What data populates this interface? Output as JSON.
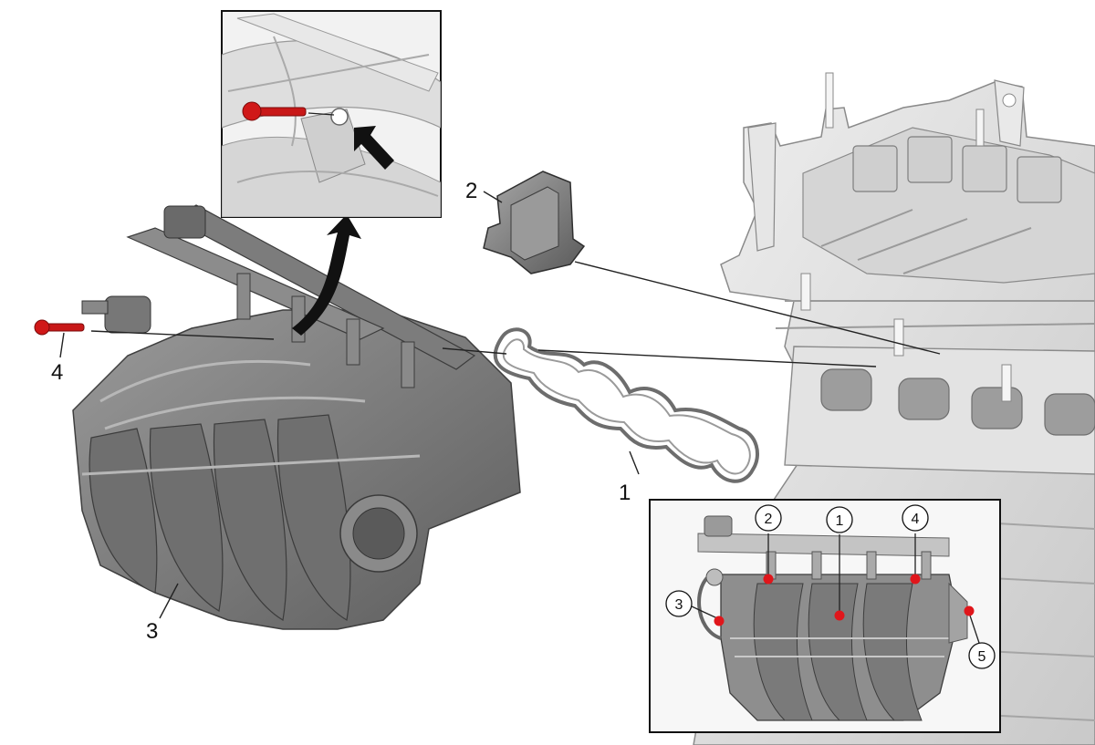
{
  "callouts": {
    "gasket": "1",
    "cover": "2",
    "manifold": "3",
    "bolt": "4"
  },
  "tightening_sequence": {
    "labels": [
      "1",
      "2",
      "3",
      "4",
      "5"
    ]
  },
  "colors": {
    "bolt_red": "#d01818",
    "sequence_marker": "#e0161b",
    "part_gray": "#7f7f7f",
    "engine_light": "#dcdcdc"
  },
  "icons": {
    "bolt": "bolt-icon",
    "arrow": "insert-arrow-icon",
    "curved_arrow": "detail-view-arrow-icon"
  }
}
